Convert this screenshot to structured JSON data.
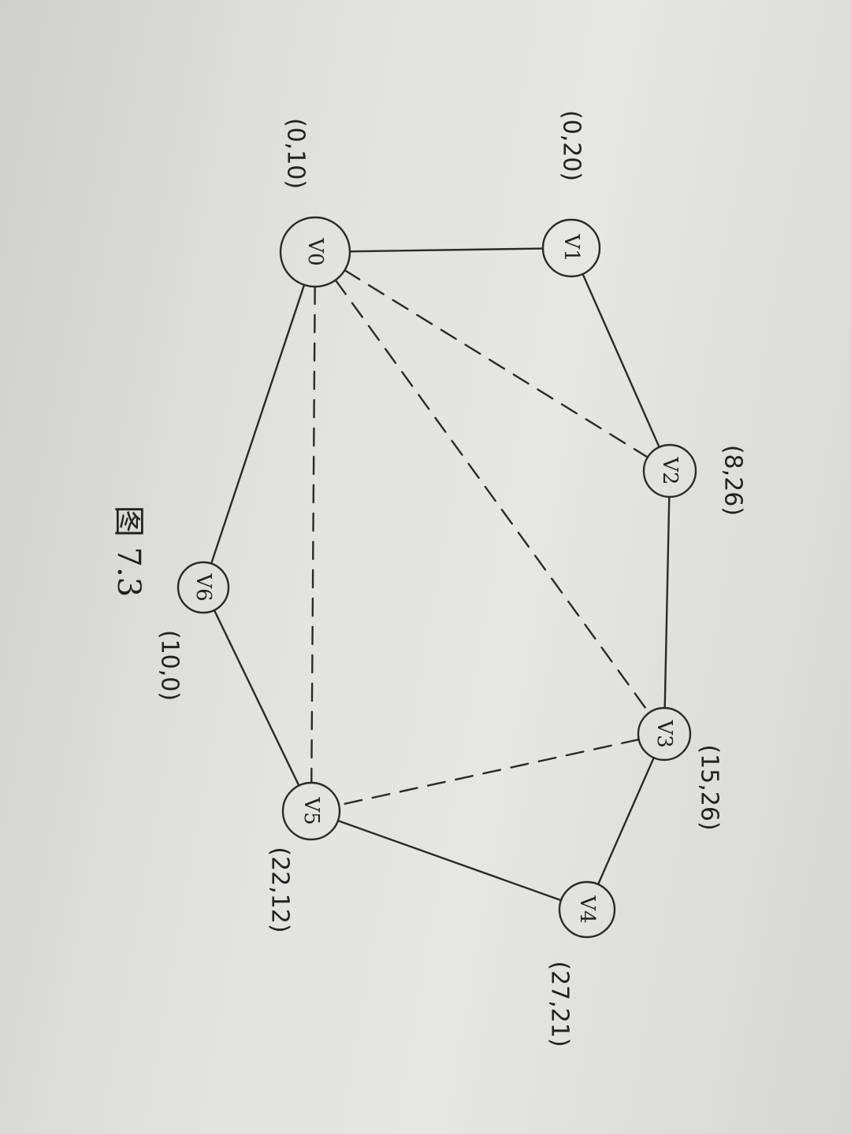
{
  "caption": "图 7.3",
  "nodes": [
    {
      "id": "v0",
      "label": "V0",
      "coord": "(0,10)"
    },
    {
      "id": "v1",
      "label": "V1",
      "coord": "(0,20)"
    },
    {
      "id": "v2",
      "label": "V2",
      "coord": "(8,26)"
    },
    {
      "id": "v3",
      "label": "V3",
      "coord": "(15,26)"
    },
    {
      "id": "v4",
      "label": "V4",
      "coord": "(27,21)"
    },
    {
      "id": "v5",
      "label": "V5",
      "coord": "(22,12)"
    },
    {
      "id": "v6",
      "label": "V6",
      "coord": "(10,0)"
    }
  ],
  "edges": [
    {
      "from": "v0",
      "to": "v1",
      "style": "solid"
    },
    {
      "from": "v1",
      "to": "v2",
      "style": "solid"
    },
    {
      "from": "v2",
      "to": "v3",
      "style": "solid"
    },
    {
      "from": "v3",
      "to": "v4",
      "style": "solid"
    },
    {
      "from": "v4",
      "to": "v5",
      "style": "solid"
    },
    {
      "from": "v5",
      "to": "v6",
      "style": "solid"
    },
    {
      "from": "v6",
      "to": "v0",
      "style": "solid"
    },
    {
      "from": "v0",
      "to": "v2",
      "style": "dashed"
    },
    {
      "from": "v0",
      "to": "v3",
      "style": "dashed"
    },
    {
      "from": "v0",
      "to": "v5",
      "style": "dashed"
    },
    {
      "from": "v3",
      "to": "v5",
      "style": "dashed"
    }
  ]
}
